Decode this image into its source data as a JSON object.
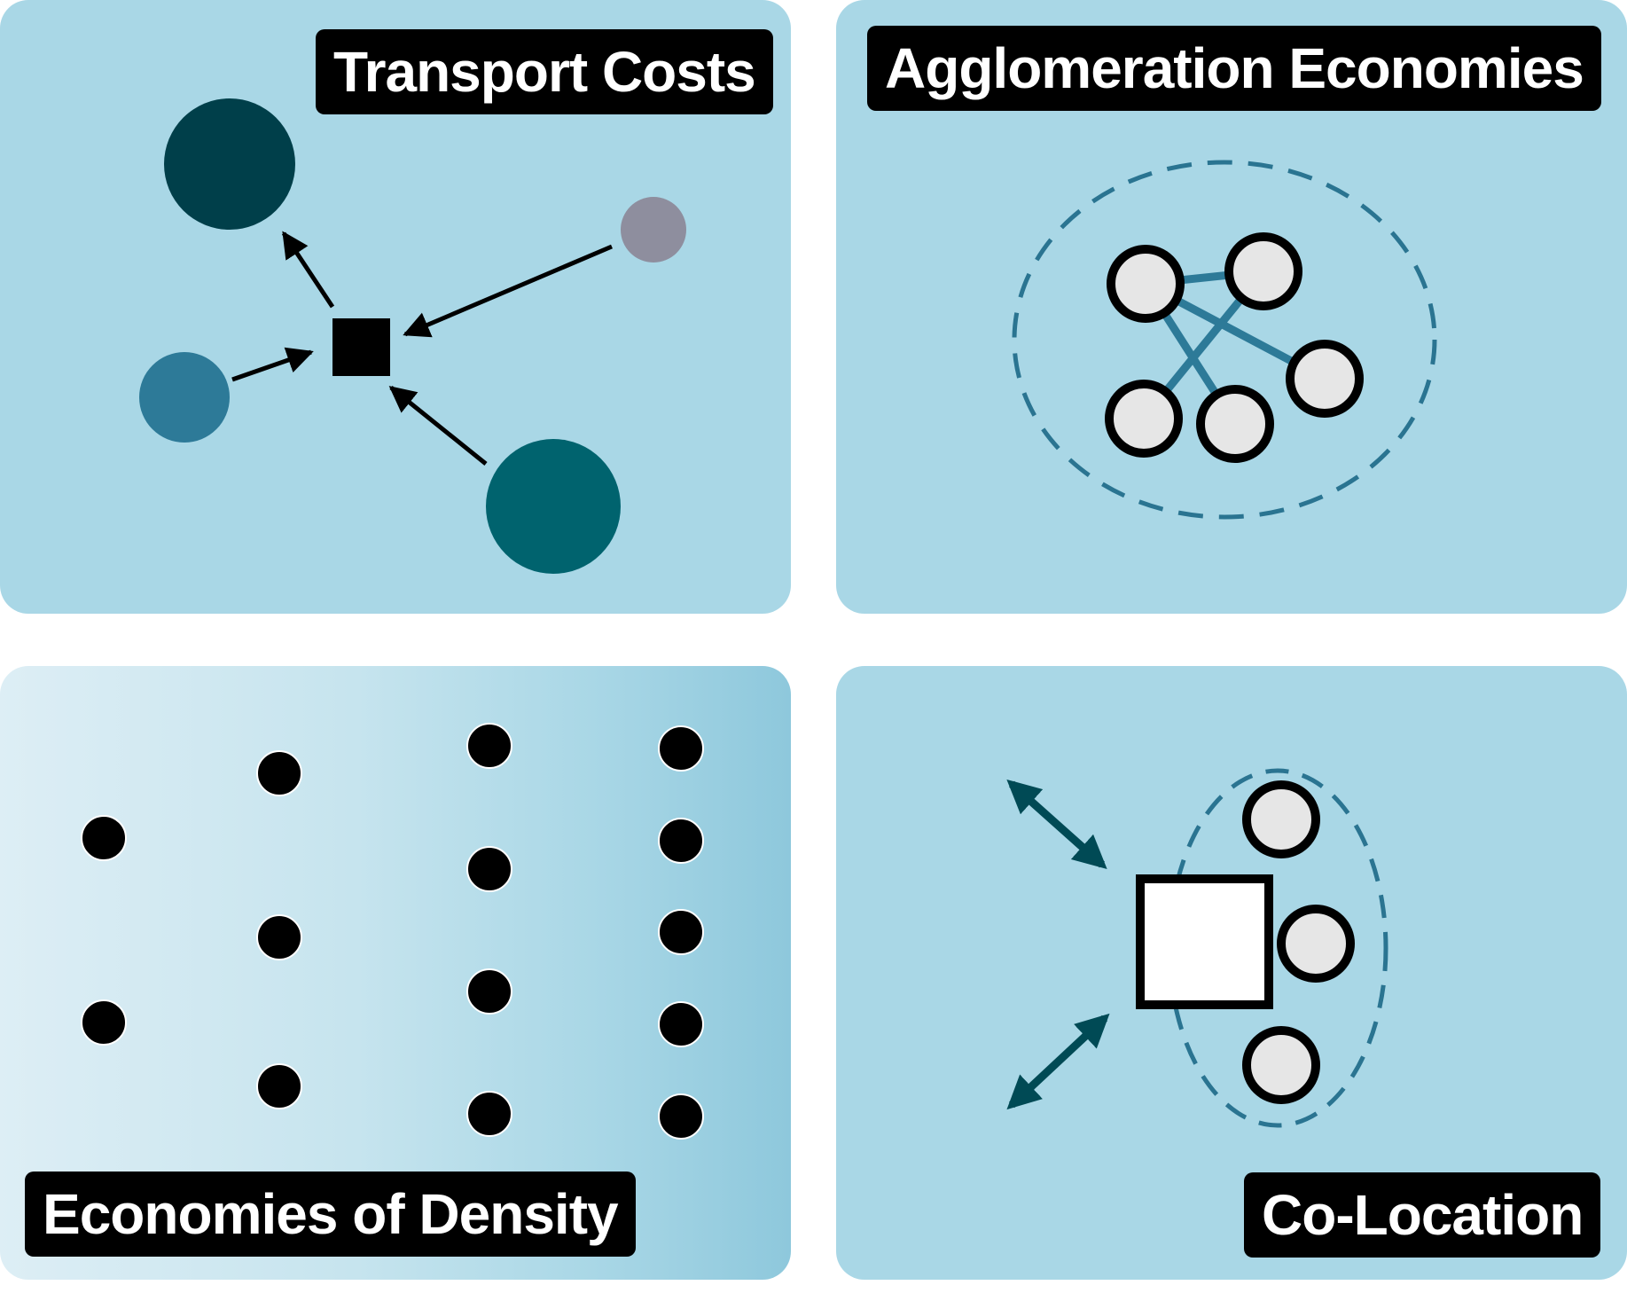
{
  "panels": {
    "transport_costs": {
      "title": "Transport Costs"
    },
    "agglomeration_economies": {
      "title": "Agglomeration Economies"
    },
    "economies_of_density": {
      "title": "Economies of Density"
    },
    "co_location": {
      "title": "Co-Location"
    }
  },
  "colors": {
    "panel_bg": "#a9d7e6",
    "dark_teal": "#003f4a",
    "teal": "#00636e",
    "steel_blue": "#2d7a98",
    "gray_node": "#8e8e9e",
    "node_fill": "#e6e6e6",
    "dash": "#2a7491",
    "arrow_dark": "#004a55"
  }
}
